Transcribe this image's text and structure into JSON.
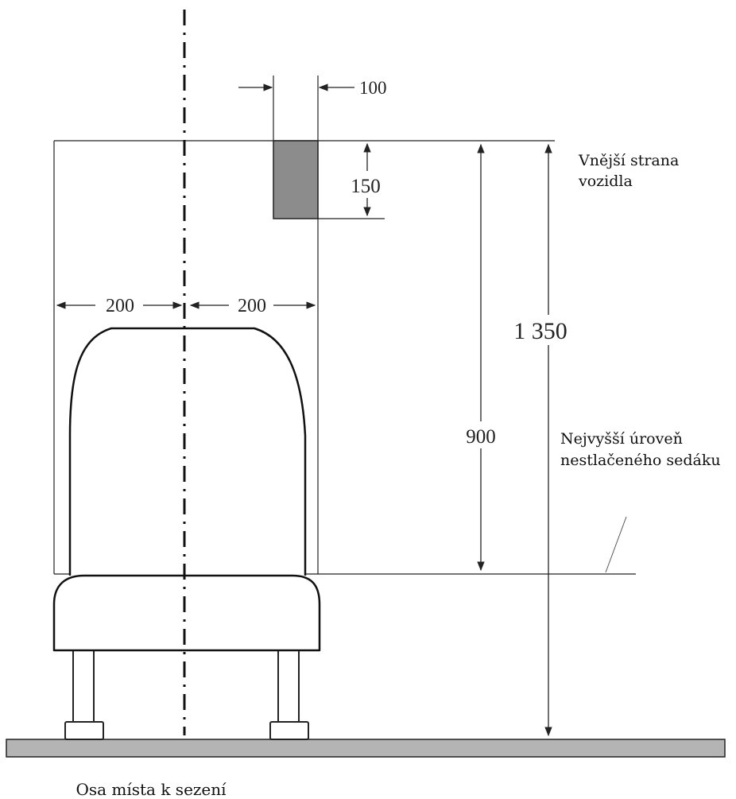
{
  "labels": {
    "vehicle_outside": [
      "Vnější strana",
      "vozidla"
    ],
    "highest_seat_level": [
      "Nejvyšší úroveň",
      "nestlačeného sedáku"
    ],
    "seating_axis": "Osa místa k sezení"
  },
  "dimensions": {
    "zone_width": "100",
    "zone_height": "150",
    "half_width_left": "200",
    "half_width_right": "200",
    "height_above_seat": "900",
    "total_height": "1 350"
  },
  "colors": {
    "line": "#222222",
    "zone_fill": "#8c8c8c",
    "floor_fill": "#b4b4b4"
  }
}
